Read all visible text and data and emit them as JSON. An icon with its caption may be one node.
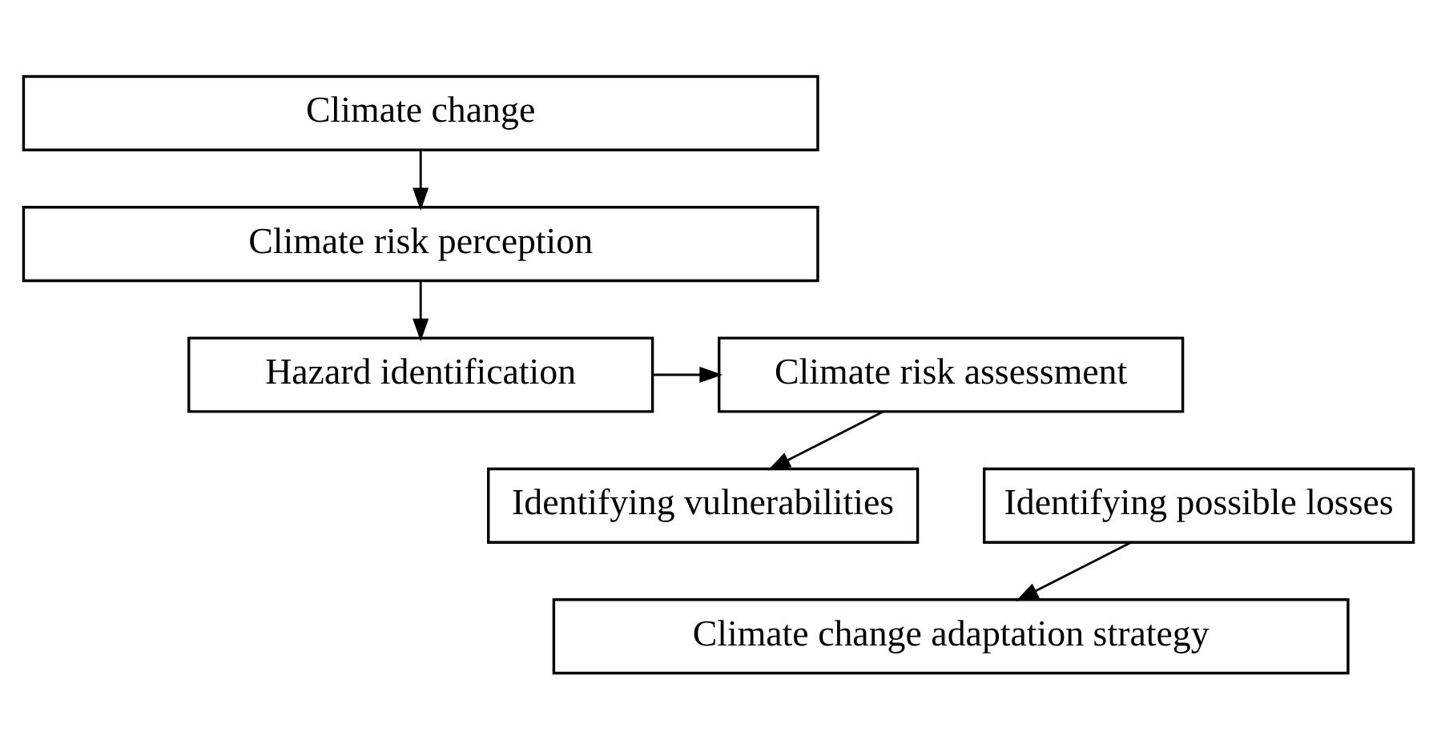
{
  "diagram": {
    "nodes": [
      {
        "text": [
          "Climate change"
        ]
      },
      {
        "text": [
          "Climate risk perception"
        ]
      },
      {
        "text": [
          "Hazard identification"
        ]
      },
      {
        "text": [
          "Climate risk assessment"
        ]
      },
      {
        "text": [
          "Identifying vulnerabilities"
        ]
      },
      {
        "text": [
          "Identifying possible losses"
        ]
      },
      {
        "text": [
          "Climate change adaptation strategy"
        ]
      }
    ],
    "edges": [
      {
        "from": 0,
        "to": 1,
        "arrow": "to"
      },
      {
        "from": 1,
        "to": 2,
        "arrow": "to"
      },
      {
        "from": 2,
        "to": 3,
        "arrow": "to"
      },
      {
        "from": 3,
        "to": 4,
        "arrow": "to"
      },
      {
        "from": 5,
        "to": 6,
        "arrow": "to"
      }
    ]
  }
}
